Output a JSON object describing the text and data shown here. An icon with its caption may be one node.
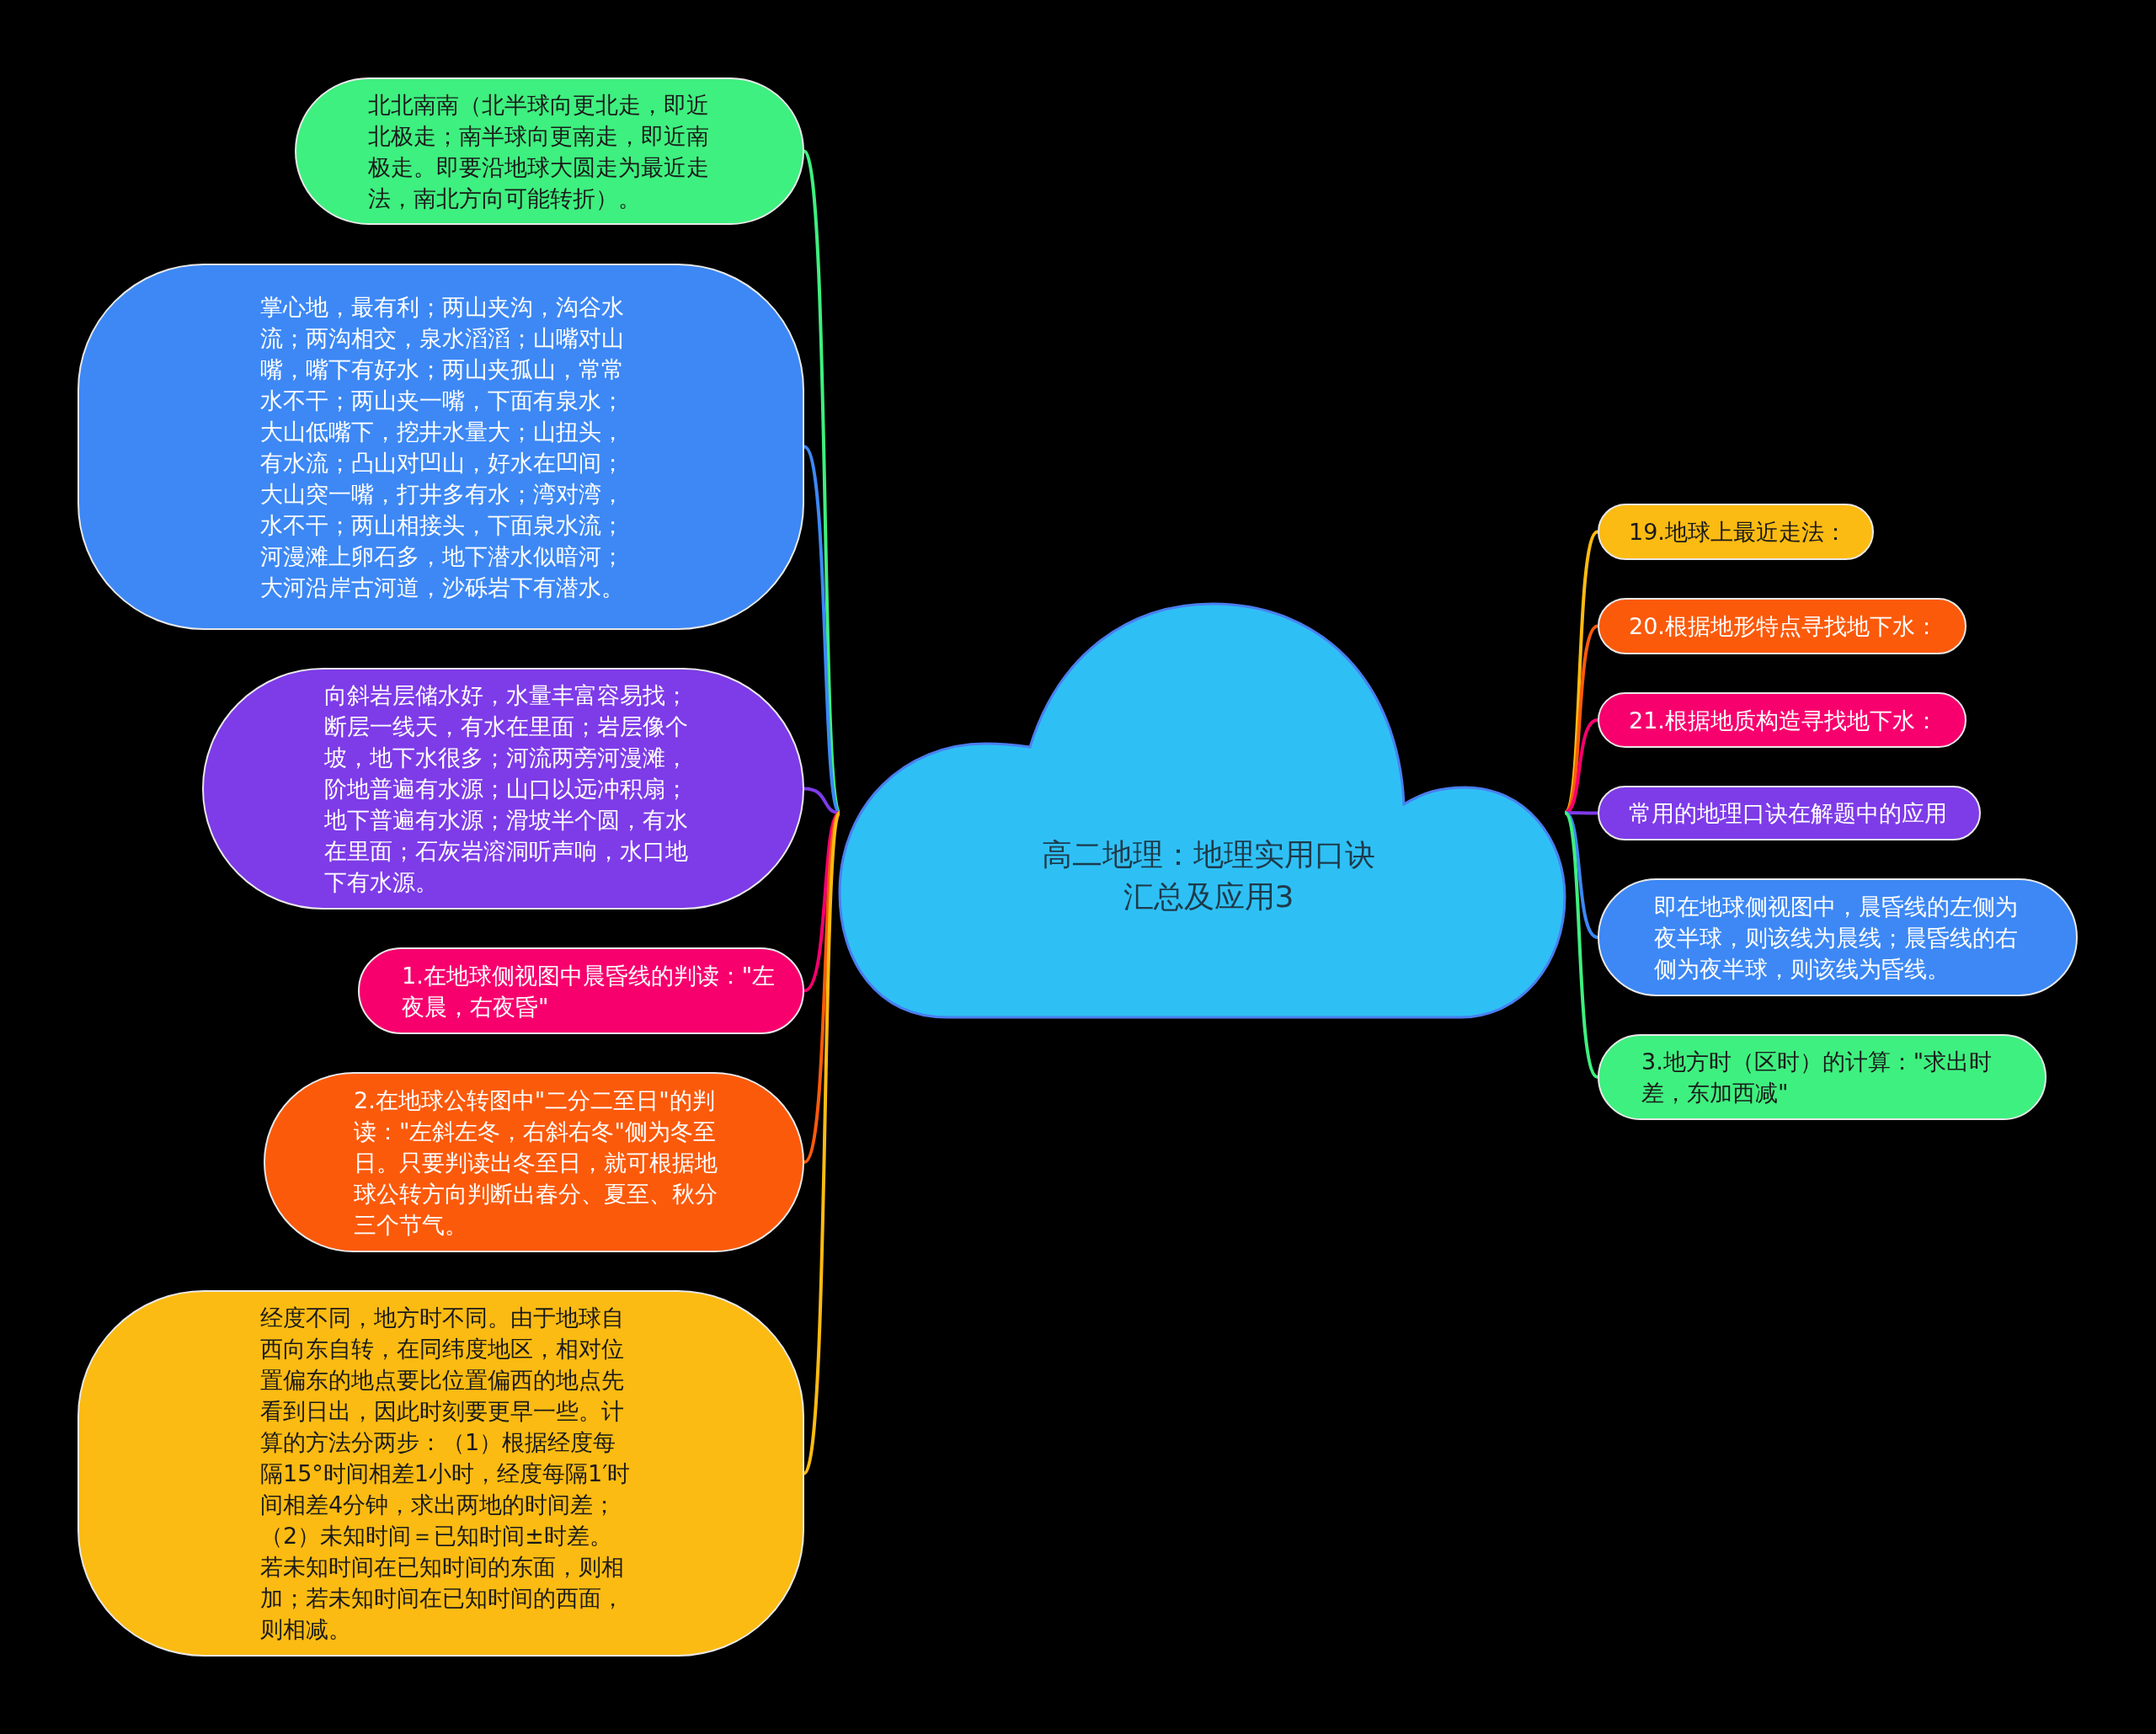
{
  "diagram": {
    "nodes": [
      {
        "text": [
          "高二地理：地理实用口诀汇总及应用3"
        ]
      },
      {
        "text": [
          "北北南南（北半球向更北走，即近北极走；南半球向更南走，即近南极走。即要沿地球大圆走为最近走法，南北方向可能转折）。"
        ]
      },
      {
        "text": [
          "掌心地，最有利；两山夹沟，沟谷水流；两沟相交，泉水滔滔；山嘴对山嘴，嘴下有好水；两山夹孤山，常常水不干；两山夹一嘴，下面有泉水；大山低嘴下，挖井水量大；山扭头，有水流；凸山对凹山，好水在凹间；大山突一嘴，打井多有水；湾对湾，水不干；两山相接头，下面泉水流；河漫滩上卵石多，地下潜水似暗河；大河沿岸古河道，沙砾岩下有潜水。"
        ]
      },
      {
        "text": [
          "向斜岩层储水好，水量丰富容易找；断层一线天，有水在里面；岩层像个坡，地下水很多；河流两旁河漫滩，阶地普遍有水源；山口以远冲积扇；地下普遍有水源；滑坡半个圆，有水在里面；石灰岩溶洞听声响，水口地下有水源。"
        ]
      },
      {
        "text": [
          "1.在地球侧视图中晨昏线的判读：\"左夜晨，右夜昏\""
        ]
      },
      {
        "text": [
          "2.在地球公转图中\"二分二至日\"的判读：\"左斜左冬，右斜右冬\"侧为冬至日。只要判读出冬至日，就可根据地球公转方向判断出春分、夏至、秋分三个节气。"
        ]
      },
      {
        "text": [
          "经度不同，地方时不同。由于地球自西向东自转，在同纬度地区，相对位置偏东的地点要比位置偏西的地点先看到日出，因此时刻要更早一些。计算的方法分两步：（1）根据经度每隔15°时间相差1小时，经度每隔1′时间相差4分钟，求出两地的时间差；（2）未知时间＝已知时间±时差。若未知时间在已知时间的东面，则相加；若未知时间在已知时间的西面，则相减。"
        ]
      },
      {
        "text": [
          "19.地球上最近走法："
        ]
      },
      {
        "text": [
          "20.根据地形特点寻找地下水："
        ]
      },
      {
        "text": [
          "21.根据地质构造寻找地下水："
        ]
      },
      {
        "text": [
          "常用的地理口诀在解题中的应用"
        ]
      },
      {
        "text": [
          "即在地球侧视图中，晨昏线的左侧为夜半球，则该线为晨线；晨昏线的右侧为夜半球，则该线为昏线。"
        ]
      },
      {
        "text": [
          "3.地方时（区时）的计算：\"求出时差，东加西减\""
        ]
      }
    ],
    "edges": [
      {
        "from": 0,
        "to": 1,
        "arrow": "none",
        "color": "#3ef07f"
      },
      {
        "from": 0,
        "to": 2,
        "arrow": "none",
        "color": "#3d88f5"
      },
      {
        "from": 0,
        "to": 3,
        "arrow": "none",
        "color": "#7e3be8"
      },
      {
        "from": 0,
        "to": 4,
        "arrow": "none",
        "color": "#f7006e"
      },
      {
        "from": 0,
        "to": 5,
        "arrow": "none",
        "color": "#fb5a0b"
      },
      {
        "from": 0,
        "to": 6,
        "arrow": "none",
        "color": "#fcbb12"
      },
      {
        "from": 0,
        "to": 7,
        "arrow": "none",
        "color": "#fcbb12"
      },
      {
        "from": 0,
        "to": 8,
        "arrow": "none",
        "color": "#fb5a0b"
      },
      {
        "from": 0,
        "to": 9,
        "arrow": "none",
        "color": "#f7006e"
      },
      {
        "from": 0,
        "to": 10,
        "arrow": "none",
        "color": "#7e3be8"
      },
      {
        "from": 0,
        "to": 11,
        "arrow": "none",
        "color": "#3d88f5"
      },
      {
        "from": 0,
        "to": 12,
        "arrow": "none",
        "color": "#3ef07f"
      }
    ]
  }
}
